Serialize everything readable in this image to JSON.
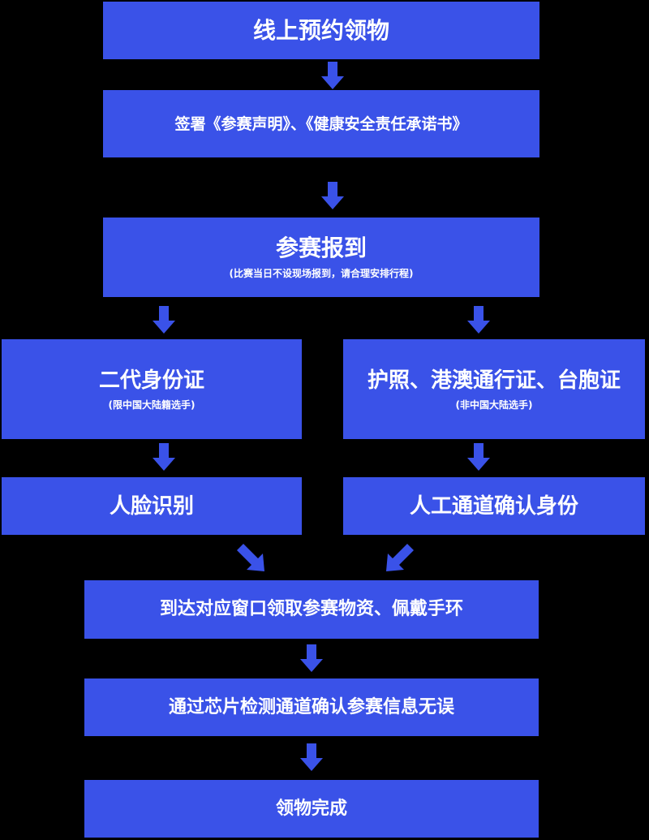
{
  "colors": {
    "background": "#000000",
    "box_fill": "#3a52e8",
    "text": "#ffffff",
    "arrow": "#3a52e8"
  },
  "steps": {
    "online_booking": "线上预约领物",
    "sign_documents": "签署《参赛声明》、《健康安全责任承诺书》",
    "checkin_title": "参赛报到",
    "checkin_note": "(比赛当日不设现场报到，请合理安排行程)",
    "id_card_title": "二代身份证",
    "id_card_note": "(限中国大陆籍选手)",
    "passport_title": "护照、港澳通行证、台胞证",
    "passport_note": "(非中国大陆选手)",
    "face_recognition": "人脸识别",
    "manual_verification": "人工通道确认身份",
    "collect_materials": "到达对应窗口领取参赛物资、佩戴手环",
    "chip_check": "通过芯片检测通道确认参赛信息无误",
    "complete": "领物完成"
  },
  "icons": {
    "arrow_down": "arrow-down-icon",
    "arrow_diagonal_right": "arrow-down-right-icon",
    "arrow_diagonal_left": "arrow-down-left-icon"
  }
}
